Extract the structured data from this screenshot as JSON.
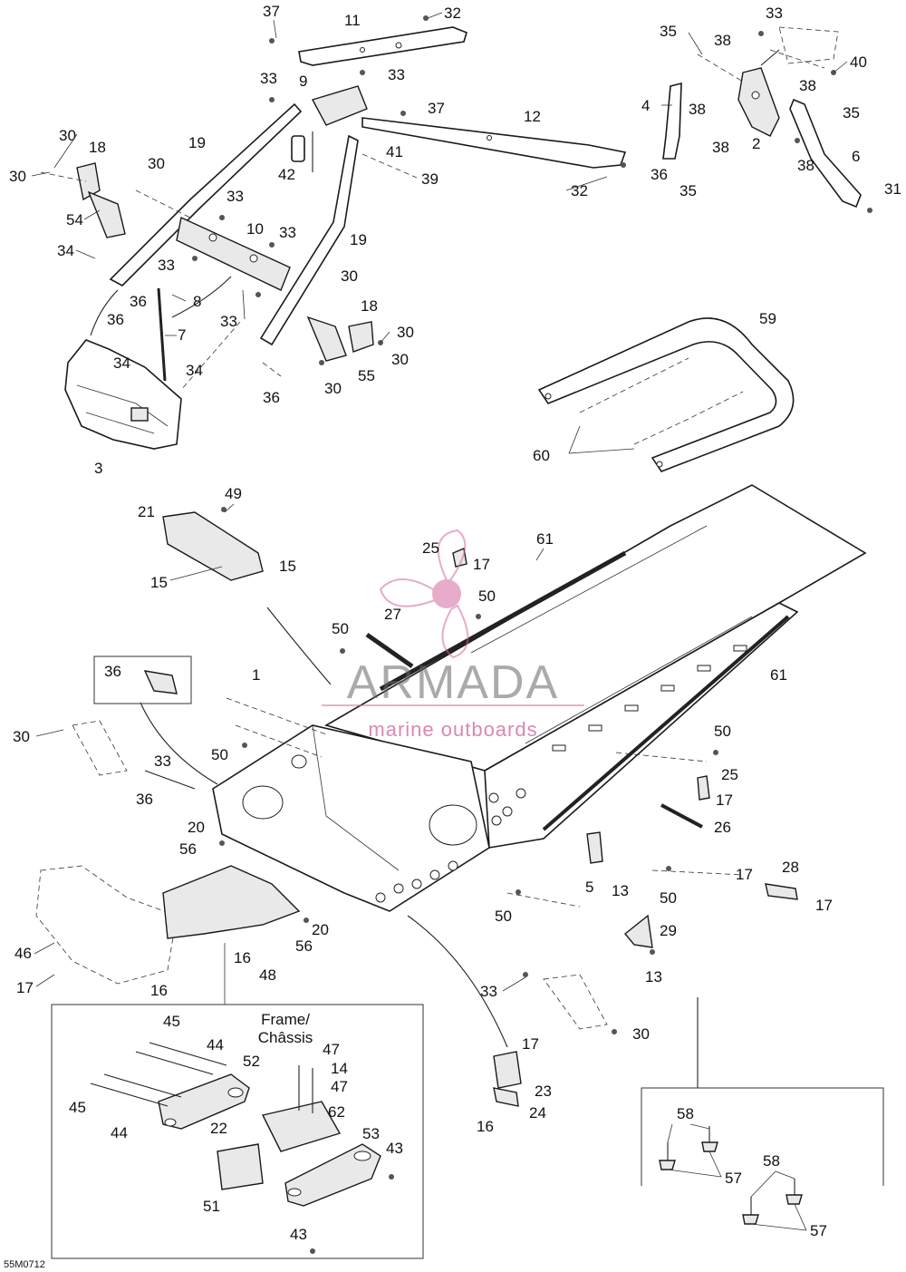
{
  "figure_code": "55M0712",
  "inset_caption": [
    "Frame/",
    "Châssis"
  ],
  "watermark": {
    "brand": "ARMADA",
    "tagline": "marine outboards",
    "color": "#d26aa0"
  },
  "callouts": [
    {
      "id": "c1",
      "text": "37"
    },
    {
      "id": "c2",
      "text": "11"
    },
    {
      "id": "c3",
      "text": "32"
    },
    {
      "id": "c4",
      "text": "33"
    },
    {
      "id": "c5",
      "text": "35"
    },
    {
      "id": "c6",
      "text": "38"
    },
    {
      "id": "c7",
      "text": "33"
    },
    {
      "id": "c8",
      "text": "9"
    },
    {
      "id": "c9",
      "text": "33"
    },
    {
      "id": "c10",
      "text": "40"
    },
    {
      "id": "c11",
      "text": "37"
    },
    {
      "id": "c12",
      "text": "12"
    },
    {
      "id": "c13",
      "text": "4"
    },
    {
      "id": "c14",
      "text": "38"
    },
    {
      "id": "c15",
      "text": "38"
    },
    {
      "id": "c16",
      "text": "35"
    },
    {
      "id": "c17",
      "text": "2"
    },
    {
      "id": "c18",
      "text": "38"
    },
    {
      "id": "c19",
      "text": "38"
    },
    {
      "id": "c20",
      "text": "6"
    },
    {
      "id": "c21",
      "text": "30"
    },
    {
      "id": "c22",
      "text": "19"
    },
    {
      "id": "c23",
      "text": "41"
    },
    {
      "id": "c24",
      "text": "36"
    },
    {
      "id": "c25",
      "text": "35"
    },
    {
      "id": "c26",
      "text": "31"
    },
    {
      "id": "c27",
      "text": "18"
    },
    {
      "id": "c28",
      "text": "42"
    },
    {
      "id": "c29",
      "text": "39"
    },
    {
      "id": "c30",
      "text": "32"
    },
    {
      "id": "c31",
      "text": "30"
    },
    {
      "id": "c32",
      "text": "30"
    },
    {
      "id": "c33",
      "text": "54"
    },
    {
      "id": "c34",
      "text": "33"
    },
    {
      "id": "c35",
      "text": "10"
    },
    {
      "id": "c36",
      "text": "34"
    },
    {
      "id": "c37",
      "text": "33"
    },
    {
      "id": "c38",
      "text": "19"
    },
    {
      "id": "c39",
      "text": "33"
    },
    {
      "id": "c40",
      "text": "8"
    },
    {
      "id": "c41",
      "text": "36"
    },
    {
      "id": "c42",
      "text": "36"
    },
    {
      "id": "c43",
      "text": "30"
    },
    {
      "id": "c44",
      "text": "33"
    },
    {
      "id": "c45",
      "text": "18"
    },
    {
      "id": "c46",
      "text": "7"
    },
    {
      "id": "c47",
      "text": "30"
    },
    {
      "id": "c48",
      "text": "34"
    },
    {
      "id": "c49",
      "text": "34"
    },
    {
      "id": "c50",
      "text": "30"
    },
    {
      "id": "c51",
      "text": "55"
    },
    {
      "id": "c52",
      "text": "36"
    },
    {
      "id": "c53",
      "text": "30"
    },
    {
      "id": "c54",
      "text": "3"
    },
    {
      "id": "c55",
      "text": "59"
    },
    {
      "id": "c56",
      "text": "60"
    },
    {
      "id": "c57",
      "text": "21"
    },
    {
      "id": "c58",
      "text": "49"
    },
    {
      "id": "c59",
      "text": "15"
    },
    {
      "id": "c60",
      "text": "15"
    },
    {
      "id": "c61",
      "text": "25"
    },
    {
      "id": "c62",
      "text": "61"
    },
    {
      "id": "c63",
      "text": "17"
    },
    {
      "id": "c64",
      "text": "50"
    },
    {
      "id": "c65",
      "text": "27"
    },
    {
      "id": "c66",
      "text": "50"
    },
    {
      "id": "c67",
      "text": "36"
    },
    {
      "id": "c68",
      "text": "1"
    },
    {
      "id": "c69",
      "text": "61"
    },
    {
      "id": "c70",
      "text": "30"
    },
    {
      "id": "c71",
      "text": "33"
    },
    {
      "id": "c72",
      "text": "50"
    },
    {
      "id": "c73",
      "text": "50"
    },
    {
      "id": "c74",
      "text": "25"
    },
    {
      "id": "c75",
      "text": "17"
    },
    {
      "id": "c76",
      "text": "36"
    },
    {
      "id": "c77",
      "text": "20"
    },
    {
      "id": "c78",
      "text": "26"
    },
    {
      "id": "c79",
      "text": "56"
    },
    {
      "id": "c80",
      "text": "5"
    },
    {
      "id": "c81",
      "text": "13"
    },
    {
      "id": "c82",
      "text": "50"
    },
    {
      "id": "c83",
      "text": "17"
    },
    {
      "id": "c84",
      "text": "28"
    },
    {
      "id": "c85",
      "text": "17"
    },
    {
      "id": "c86",
      "text": "20"
    },
    {
      "id": "c87",
      "text": "50"
    },
    {
      "id": "c88",
      "text": "29"
    },
    {
      "id": "c89",
      "text": "46"
    },
    {
      "id": "c90",
      "text": "56"
    },
    {
      "id": "c91",
      "text": "16"
    },
    {
      "id": "c92",
      "text": "13"
    },
    {
      "id": "c93",
      "text": "17"
    },
    {
      "id": "c94",
      "text": "16"
    },
    {
      "id": "c95",
      "text": "48"
    },
    {
      "id": "c96",
      "text": "33"
    },
    {
      "id": "c97",
      "text": "30"
    },
    {
      "id": "c98",
      "text": "45"
    },
    {
      "id": "c99",
      "text": "17"
    },
    {
      "id": "c100",
      "text": "44"
    },
    {
      "id": "c101",
      "text": "47"
    },
    {
      "id": "c102",
      "text": "52"
    },
    {
      "id": "c103",
      "text": "14"
    },
    {
      "id": "c104",
      "text": "23"
    },
    {
      "id": "c105",
      "text": "47"
    },
    {
      "id": "c106",
      "text": "24"
    },
    {
      "id": "c107",
      "text": "45"
    },
    {
      "id": "c108",
      "text": "62"
    },
    {
      "id": "c109",
      "text": "16"
    },
    {
      "id": "c110",
      "text": "44"
    },
    {
      "id": "c111",
      "text": "22"
    },
    {
      "id": "c112",
      "text": "53"
    },
    {
      "id": "c113",
      "text": "58"
    },
    {
      "id": "c114",
      "text": "43"
    },
    {
      "id": "c115",
      "text": "57"
    },
    {
      "id": "c116",
      "text": "51"
    },
    {
      "id": "c117",
      "text": "58"
    },
    {
      "id": "c118",
      "text": "43"
    },
    {
      "id": "c119",
      "text": "57"
    }
  ]
}
